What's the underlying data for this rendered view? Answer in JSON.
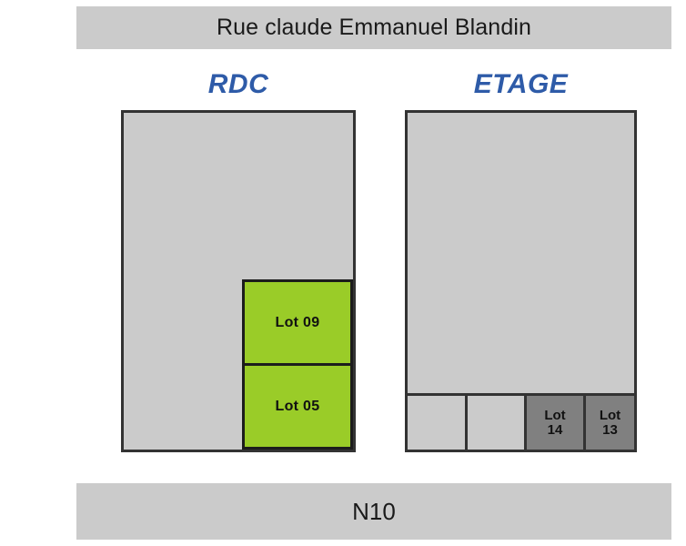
{
  "colors": {
    "banner_bg": "#cbcbcb",
    "building_fill": "#cbcbcb",
    "outline": "#333333",
    "title_blue": "#2e5ba8",
    "lot_green": "#9acc28",
    "lot_dark_gray": "#808080",
    "lot_light_gray": "#cbcbcb"
  },
  "streets": {
    "top_label": "Rue claude Emmanuel Blandin",
    "bottom_label": "N10"
  },
  "floors": [
    {
      "key": "rdc",
      "title": "RDC",
      "lots": [
        {
          "id": "lot-09",
          "label": "Lot 09",
          "fill": "green"
        },
        {
          "id": "lot-05",
          "label": "Lot 05",
          "fill": "green"
        }
      ]
    },
    {
      "key": "etage",
      "title": "ETAGE",
      "strip_cells": [
        {
          "id": "cell-1",
          "label": "",
          "fill": "light"
        },
        {
          "id": "cell-2",
          "label": "",
          "fill": "light"
        },
        {
          "id": "lot-14",
          "label": "Lot\n14",
          "label_line1": "Lot",
          "label_line2": "14",
          "fill": "dark"
        },
        {
          "id": "lot-13",
          "label": "Lot\n13",
          "label_line1": "Lot",
          "label_line2": "13",
          "fill": "dark"
        }
      ]
    }
  ]
}
